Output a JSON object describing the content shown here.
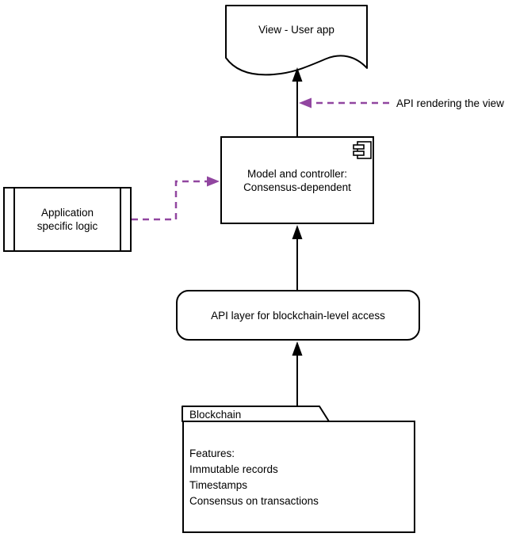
{
  "colors": {
    "stroke": "#000000",
    "connector_purple": "#9146a0",
    "background": "#ffffff"
  },
  "nodes": {
    "view": {
      "label": "View - User app"
    },
    "model": {
      "line1": "Model and controller:",
      "line2": "Consensus-dependent"
    },
    "app_logic": {
      "line1": "Application",
      "line2": "specific logic"
    },
    "api_layer": {
      "label": "API layer for blockchain-level access"
    },
    "blockchain": {
      "title": "Blockchain",
      "features": [
        "Features:",
        "Immutable records",
        "Timestamps",
        "Consensus on transactions"
      ]
    }
  },
  "annotations": {
    "api_rendering": "API rendering the view"
  }
}
